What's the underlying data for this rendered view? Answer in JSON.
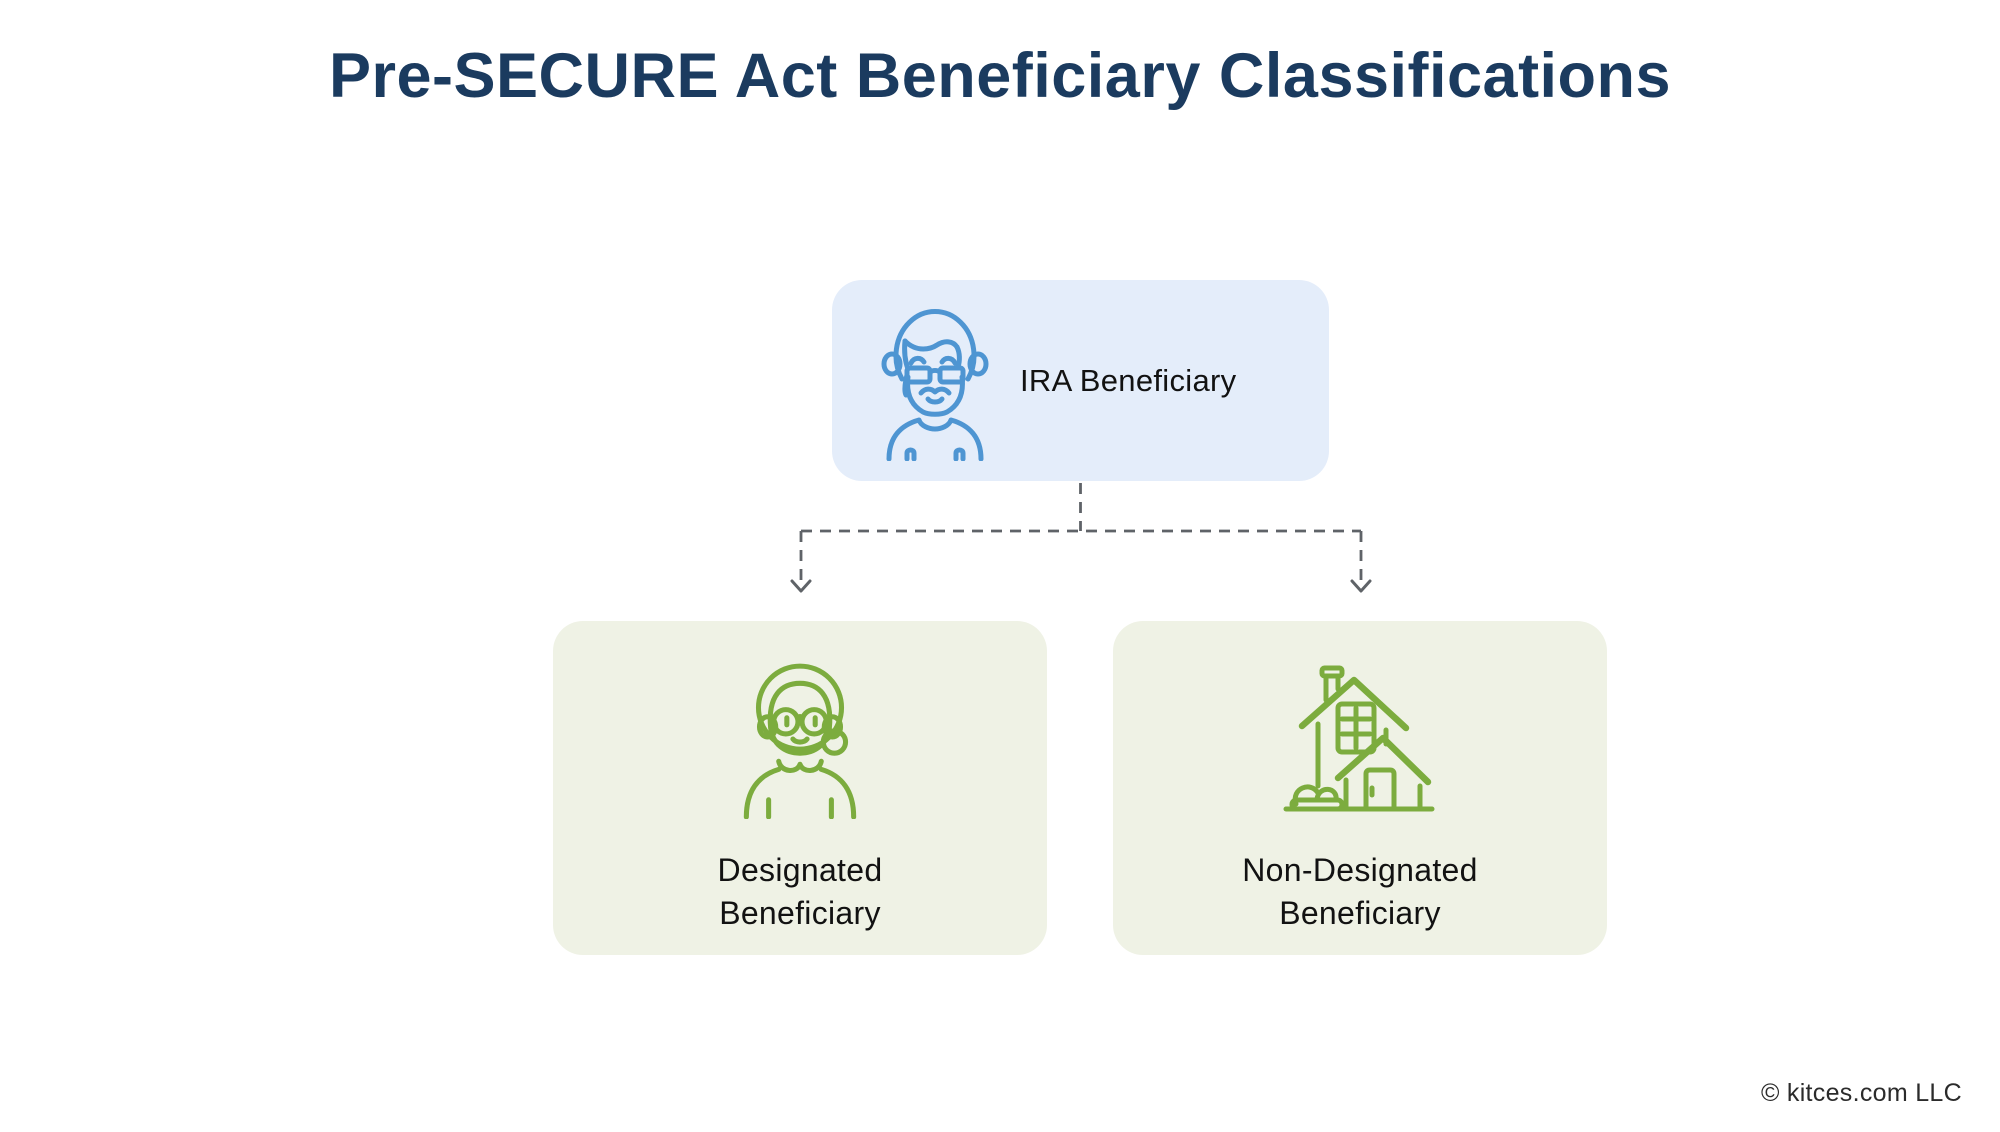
{
  "page": {
    "title": "Pre-SECURE Act Beneficiary Classifications",
    "copyright": "© kitces.com LLC",
    "background": "#FFFFFF"
  },
  "diagram": {
    "root": {
      "label": "IRA Beneficiary",
      "icon": "elderly-man-icon",
      "box_color": "#E4EDFA",
      "icon_color": "#4E95D2"
    },
    "children": [
      {
        "label": "Designated Beneficiary",
        "icon": "elderly-woman-icon",
        "box_color": "#EFF2E5",
        "icon_color": "#7CAC3E"
      },
      {
        "label": "Non-Designated Beneficiary",
        "icon": "house-icon",
        "box_color": "#EFF2E5",
        "icon_color": "#7CAC3E"
      }
    ],
    "connector": {
      "style": "dashed",
      "color": "#5F6368",
      "arrow": "chevron-down"
    }
  },
  "colors": {
    "title_text": "#1B3B5F",
    "label_text": "#121212",
    "copyright_text": "#2B2B2B"
  }
}
